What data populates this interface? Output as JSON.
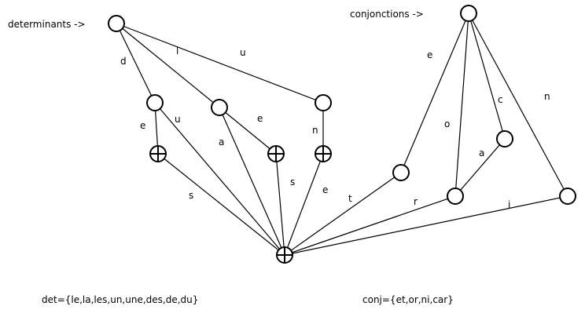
{
  "labels": {
    "determinants": "determinants ->",
    "conjonctions": "conjonctions ->",
    "det_set": "det={le,la,les,un,une,des,de,du}",
    "conj_set": "conj={et,or,ni,car}"
  },
  "edge_letters": {
    "d": "d",
    "l": "l",
    "u_top": "u",
    "e_left": "e",
    "u_mid": "u",
    "a_left": "a",
    "e_mid": "e",
    "n_left": "n",
    "s_left": "s",
    "s_mid": "s",
    "e_low": "e",
    "t": "t",
    "e_right": "e",
    "o": "o",
    "c": "c",
    "n_right": "n",
    "a_right": "a",
    "r": "r",
    "i": "i"
  }
}
